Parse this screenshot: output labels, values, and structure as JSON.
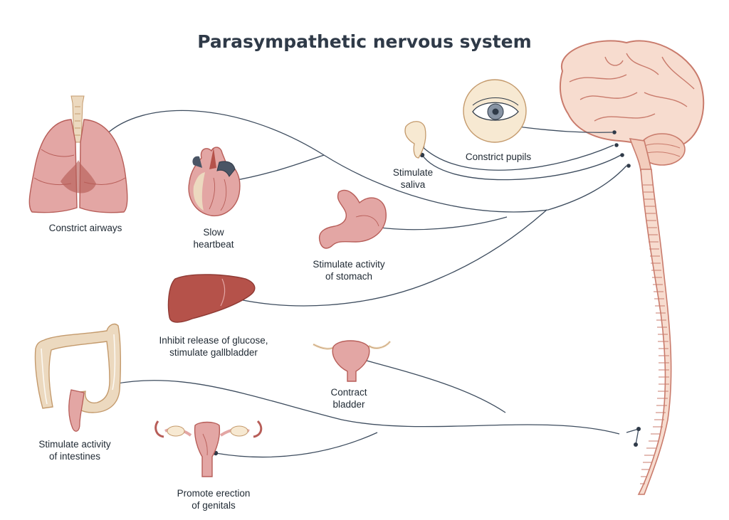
{
  "title": "Parasympathetic nervous system",
  "colors": {
    "nerve": "#3d4c5e",
    "organ_pink": "#e3a6a4",
    "organ_dark": "#b75d58",
    "liver": "#b5524a",
    "brain": "#f7dccf",
    "brain_line": "#c97b6c",
    "intestine": "#ecd9bf"
  },
  "labels": {
    "airways": [
      "Constrict airways"
    ],
    "heart": [
      "Slow",
      "heartbeat"
    ],
    "pupils": [
      "Constrict pupils"
    ],
    "saliva": [
      "Stimulate",
      "saliva"
    ],
    "stomach": [
      "Stimulate activity",
      "of stomach"
    ],
    "liver": [
      "Inhibit release of glucose,",
      "stimulate gallbladder"
    ],
    "bladder": [
      "Contract",
      "bladder"
    ],
    "intestines": [
      "Stimulate activity",
      "of intestines"
    ],
    "genitals": [
      "Promote erection",
      "of genitals"
    ]
  }
}
